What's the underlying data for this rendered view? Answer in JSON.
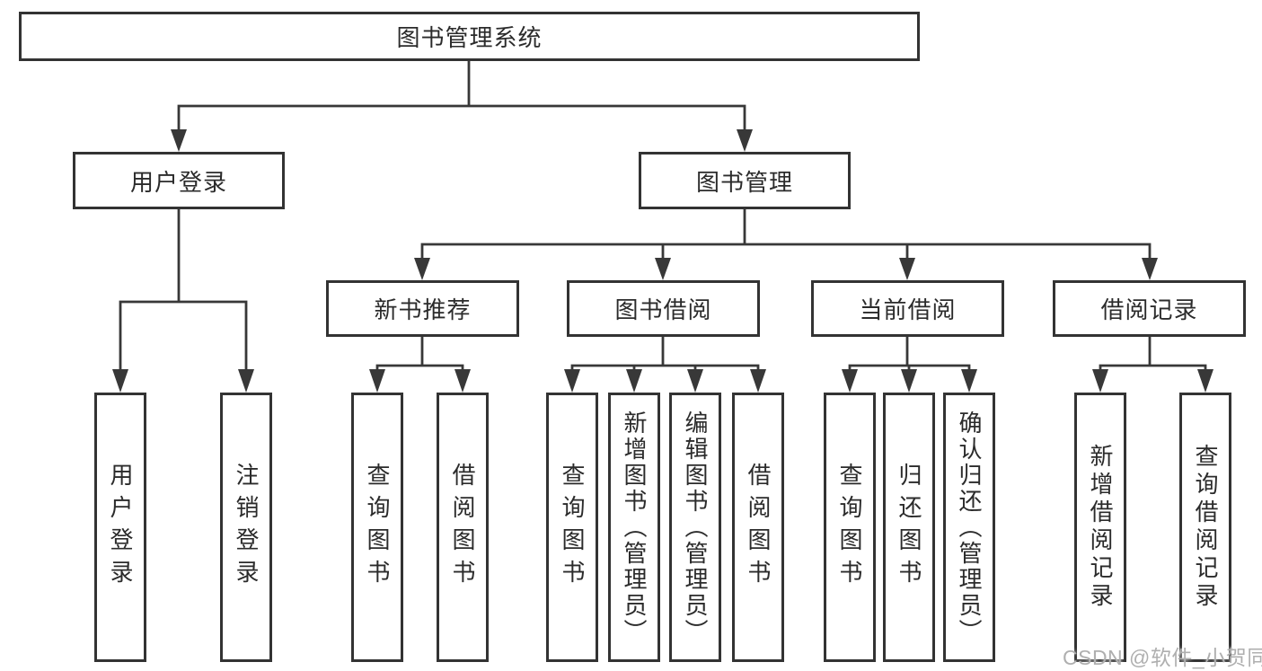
{
  "tree": {
    "label": "图书管理系统",
    "children": [
      {
        "label": "用户登录",
        "children": [
          {
            "label": "用户登录"
          },
          {
            "label": "注销登录"
          }
        ]
      },
      {
        "label": "图书管理",
        "children": [
          {
            "label": "新书推荐",
            "children": [
              {
                "label": "查询图书"
              },
              {
                "label": "借阅图书"
              }
            ]
          },
          {
            "label": "图书借阅",
            "children": [
              {
                "label": "查询图书"
              },
              {
                "label": "新增图书（管理员）"
              },
              {
                "label": "编辑图书（管理员）"
              },
              {
                "label": "借阅图书"
              }
            ]
          },
          {
            "label": "当前借阅",
            "children": [
              {
                "label": "查询图书"
              },
              {
                "label": "归还图书"
              },
              {
                "label": "确认归还（管理员）"
              }
            ]
          },
          {
            "label": "借阅记录",
            "children": [
              {
                "label": "新增借阅记录"
              },
              {
                "label": "查询借阅记录"
              }
            ]
          }
        ]
      }
    ]
  },
  "watermark": "CSDN @软件_小贺同学",
  "colors": {
    "line": "#383838",
    "border": "#333333",
    "text": "#2b2b2b",
    "watermark": "#afafaf",
    "background": "#ffffff"
  }
}
